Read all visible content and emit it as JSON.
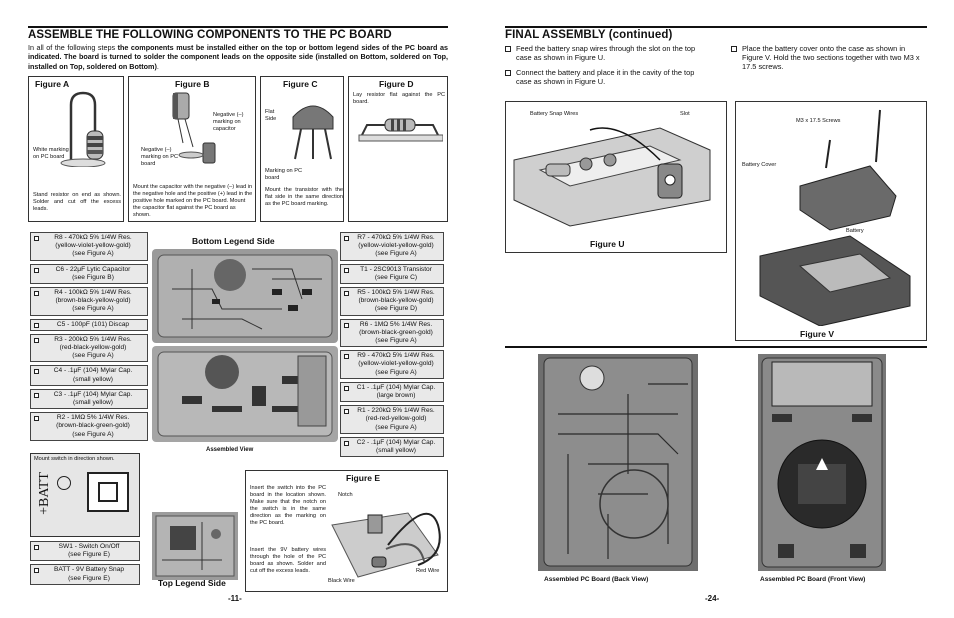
{
  "left_page": {
    "heading": "ASSEMBLE THE FOLLOWING COMPONENTS TO THE PC BOARD",
    "intro_plain": "In all of the following steps ",
    "intro_bold": "the components must be installed either on the top or bottom legend sides of the PC board as indicated. The board is turned to solder the component leads on the opposite side (installed on Bottom, soldered on Top, installed on Top, soldered on Bottom)",
    "intro_end": ".",
    "figure_a": {
      "label": "Figure A",
      "callout": "White marking on PC board",
      "caption": "Stand resistor on end as shown. Solder and cut off the excess leads."
    },
    "figure_b": {
      "label": "Figure B",
      "callout_1": "Negative (–) marking on capacitor",
      "callout_2": "Negative (–) marking on PC board",
      "caption": "Mount the capacitor with the negative (–) lead in the negative hole and the positive (+) lead in the positive hole marked on the PC board. Mount the capacitor flat against the PC board as shown."
    },
    "figure_c": {
      "label": "Figure C",
      "callout_1": "Flat Side",
      "callout_2": "Marking on PC board",
      "caption": "Mount the transistor with the flat side in the same direction as the PC board marking."
    },
    "figure_d": {
      "label": "Figure D",
      "caption": "Lay resistor flat against the PC board."
    },
    "left_parts": [
      [
        "R8 - 470kΩ 5% 1/4W Res.",
        "(yellow-violet-yellow-gold)",
        "(see Figure A)"
      ],
      [
        "C6 - 22μF Lytic Capacitor",
        "(see Figure B)"
      ],
      [
        "R4 - 100kΩ 5% 1/4W Res.",
        "(brown-black-yellow-gold)",
        "(see Figure A)"
      ],
      [
        "C5 - 100pF (101) Discap"
      ],
      [
        "R3 - 200kΩ 5% 1/4W Res.",
        "(red-black-yellow-gold)",
        "(see Figure A)"
      ],
      [
        "C4 - .1μF (104) Mylar Cap.",
        "(small yellow)"
      ],
      [
        "C3 - .1μF (104) Mylar Cap.",
        "(small yellow)"
      ],
      [
        "R2 - 1MΩ 5% 1/4W Res.",
        "(brown-black-green-gold)",
        "(see Figure A)"
      ]
    ],
    "right_parts": [
      [
        "R7 - 470kΩ 5% 1/4W Res.",
        "(yellow-violet-yellow-gold)",
        "(see Figure A)"
      ],
      [
        "T1 - 2SC9013 Transistor",
        "(see Figure C)"
      ],
      [
        "R5 - 100kΩ 5% 1/4W Res.",
        "(brown-black-yellow-gold)",
        "(see Figure D)"
      ],
      [
        "R6 - 1MΩ 5% 1/4W Res.",
        "(brown-black-green-gold)",
        "(see Figure A)"
      ],
      [
        "R9 - 470kΩ 5% 1/4W Res.",
        "(yellow-violet-yellow-gold)",
        "(see Figure A)"
      ],
      [
        "C1 - .1μF (104) Mylar Cap.",
        "(large brown)"
      ],
      [
        "R1 - 220kΩ 5% 1/4W Res.",
        "(red-red-yellow-gold)",
        "(see Figure A)"
      ],
      [
        "C2 - .1μF (104) Mylar Cap.",
        "(small yellow)"
      ]
    ],
    "bottom_legend_label": "Bottom Legend Side",
    "assembled_view_label": "Assembled View",
    "switch_note": "Mount switch in direction shown.",
    "batt_label": "+BATT",
    "bottom_parts": [
      [
        "SW1 - Switch On/Off",
        "(see Figure E)"
      ],
      [
        "BATT - 9V Battery Snap",
        "(see Figure E)"
      ]
    ],
    "top_legend_label": "Top Legend Side",
    "figure_e": {
      "label": "Figure E",
      "text_1": "Insert the switch into the PC board in the location shown. Make sure that the notch on the switch is in the same direction as the marking on the PC board.",
      "text_2": "Insert the 9V battery wires through the hole of the PC board as shown. Solder and cut off the excess leads.",
      "notch": "Notch",
      "black_wire": "Black Wire",
      "red_wire": "Red Wire"
    },
    "page_number": "-11-"
  },
  "right_page": {
    "heading": "FINAL ASSEMBLY (continued)",
    "steps_col1": [
      "Feed the battery snap wires through the slot on the top case as shown in Figure U.",
      "Connect the battery and place it in the cavity of the top case as shown in Figure U."
    ],
    "steps_col2": [
      "Place the battery cover onto the case as shown in Figure V. Hold the two sections together with two M3 x 17.5 screws."
    ],
    "figure_u": {
      "label": "Figure U",
      "callout_1": "Battery Snap Wires",
      "callout_2": "Slot"
    },
    "figure_v": {
      "label": "Figure V",
      "callout_1": "M3 x 17.5 Screws",
      "callout_2": "Battery Cover",
      "callout_3": "Battery"
    },
    "photo_back_label": "Assembled PC Board (Back View)",
    "photo_front_label": "Assembled PC Board (Front View)",
    "page_number": "-24-"
  }
}
